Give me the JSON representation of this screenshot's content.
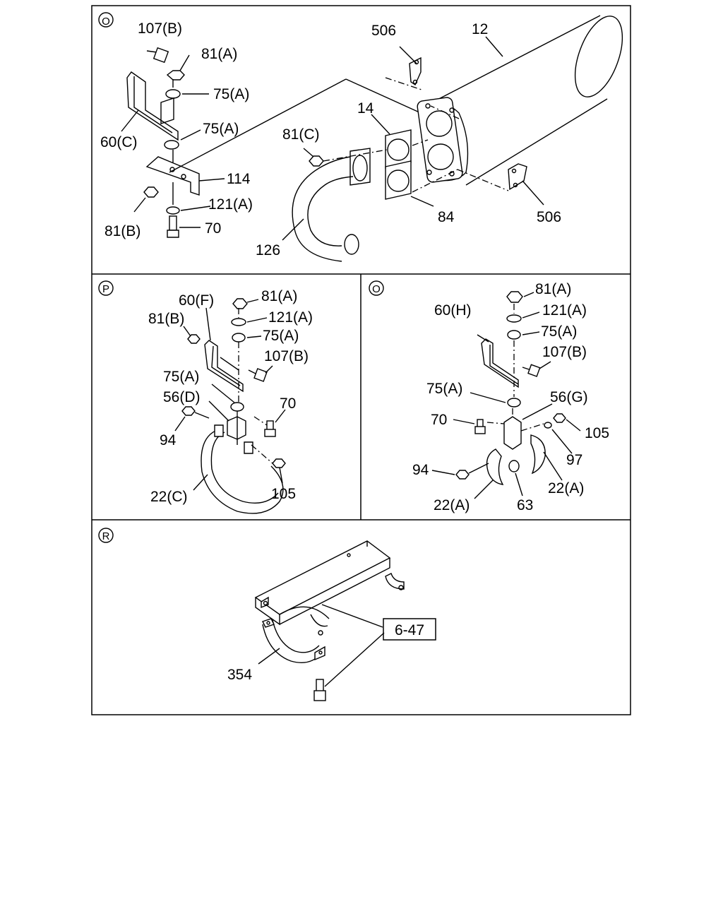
{
  "sections": {
    "o_top": {
      "marker": "O",
      "labels": {
        "l107b": "107(B)",
        "l81a": "81(A)",
        "l75a_1": "75(A)",
        "l75a_2": "75(A)",
        "l60c": "60(C)",
        "l114": "114",
        "l81b": "81(B)",
        "l121a": "121(A)",
        "l70": "70",
        "l506_top": "506",
        "l12": "12",
        "l14": "14",
        "l81c": "81(C)",
        "l84": "84",
        "l506_bottom": "506",
        "l126": "126"
      }
    },
    "p": {
      "marker": "P",
      "labels": {
        "l60f": "60(F)",
        "l81a": "81(A)",
        "l81b": "81(B)",
        "l121a": "121(A)",
        "l75a_1": "75(A)",
        "l107b": "107(B)",
        "l75a_2": "75(A)",
        "l56d": "56(D)",
        "l70": "70",
        "l94": "94",
        "l22c": "22(C)",
        "l105": "105"
      }
    },
    "o_right": {
      "marker": "O",
      "labels": {
        "l81a": "81(A)",
        "l60h": "60(H)",
        "l121a": "121(A)",
        "l75a_1": "75(A)",
        "l107b": "107(B)",
        "l75a_2": "75(A)",
        "l56g": "56(G)",
        "l70": "70",
        "l105": "105",
        "l97": "97",
        "l94": "94",
        "l22a_1": "22(A)",
        "l22a_2": "22(A)",
        "l63": "63"
      }
    },
    "r": {
      "marker": "R",
      "labels": {
        "l354": "354",
        "l647": "6-47"
      }
    }
  }
}
